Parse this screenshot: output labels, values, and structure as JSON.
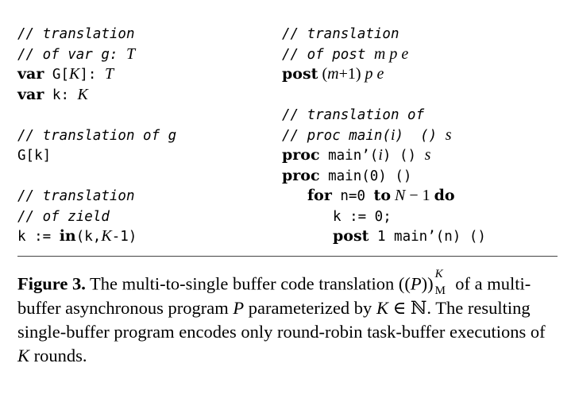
{
  "left_code": {
    "block1": {
      "c1": "// translation",
      "c2a": "// of var g: ",
      "c2b": "T",
      "v1a": "var",
      "v1b": " G[",
      "v1c": "K",
      "v1d": "]: ",
      "v1e": "T",
      "v2a": "var",
      "v2b": " k: ",
      "v2c": "K"
    },
    "block2": {
      "c1": "// translation of g",
      "l1": "G[k]"
    },
    "block3": {
      "c1": "// translation",
      "c2": "// of zield",
      "l1a": "k := ",
      "l1b": "in",
      "l1c": "(k,",
      "l1d": "K",
      "l1e": "-1)"
    }
  },
  "right_code": {
    "block1": {
      "c1": "// translation",
      "c2a": "// of post ",
      "c2b": "m p e",
      "l1a": "post",
      "l1b": " (",
      "l1c": "m",
      "l1d": "+1) ",
      "l1e": "p e"
    },
    "block2": {
      "c1": "// translation of",
      "c2a": "// proc main(",
      "c2b": "i",
      "c2c": ")  () ",
      "c2d": "s",
      "l1a": "proc",
      "l1b": " main’(",
      "l1c": "i",
      "l1d": ") () ",
      "l1e": "s",
      "l2a": "proc",
      "l2b": " main(0) ()",
      "l3a": "for",
      "l3b": " n=0 ",
      "l3c": "to",
      "l3d": " N",
      "l3e": " − 1 ",
      "l3f": "do",
      "l4": "k := 0;",
      "l5a": "post",
      "l5b": " 1 main’(n) ()"
    }
  },
  "caption": {
    "label": "Figure 3.",
    "t1": " The multi-to-single buffer code translation ((",
    "P": "P",
    "t2": "))",
    "supK": "K",
    "subM": "M",
    "t3": " of a multi-buffer asynchronous program ",
    "P2": "P",
    "t4": " parameterized by ",
    "K1": "K",
    "t5": " ∈ ℕ. The resulting single-buffer program encodes only round-robin task-buffer executions of ",
    "K2": "K",
    "t6": " rounds."
  }
}
